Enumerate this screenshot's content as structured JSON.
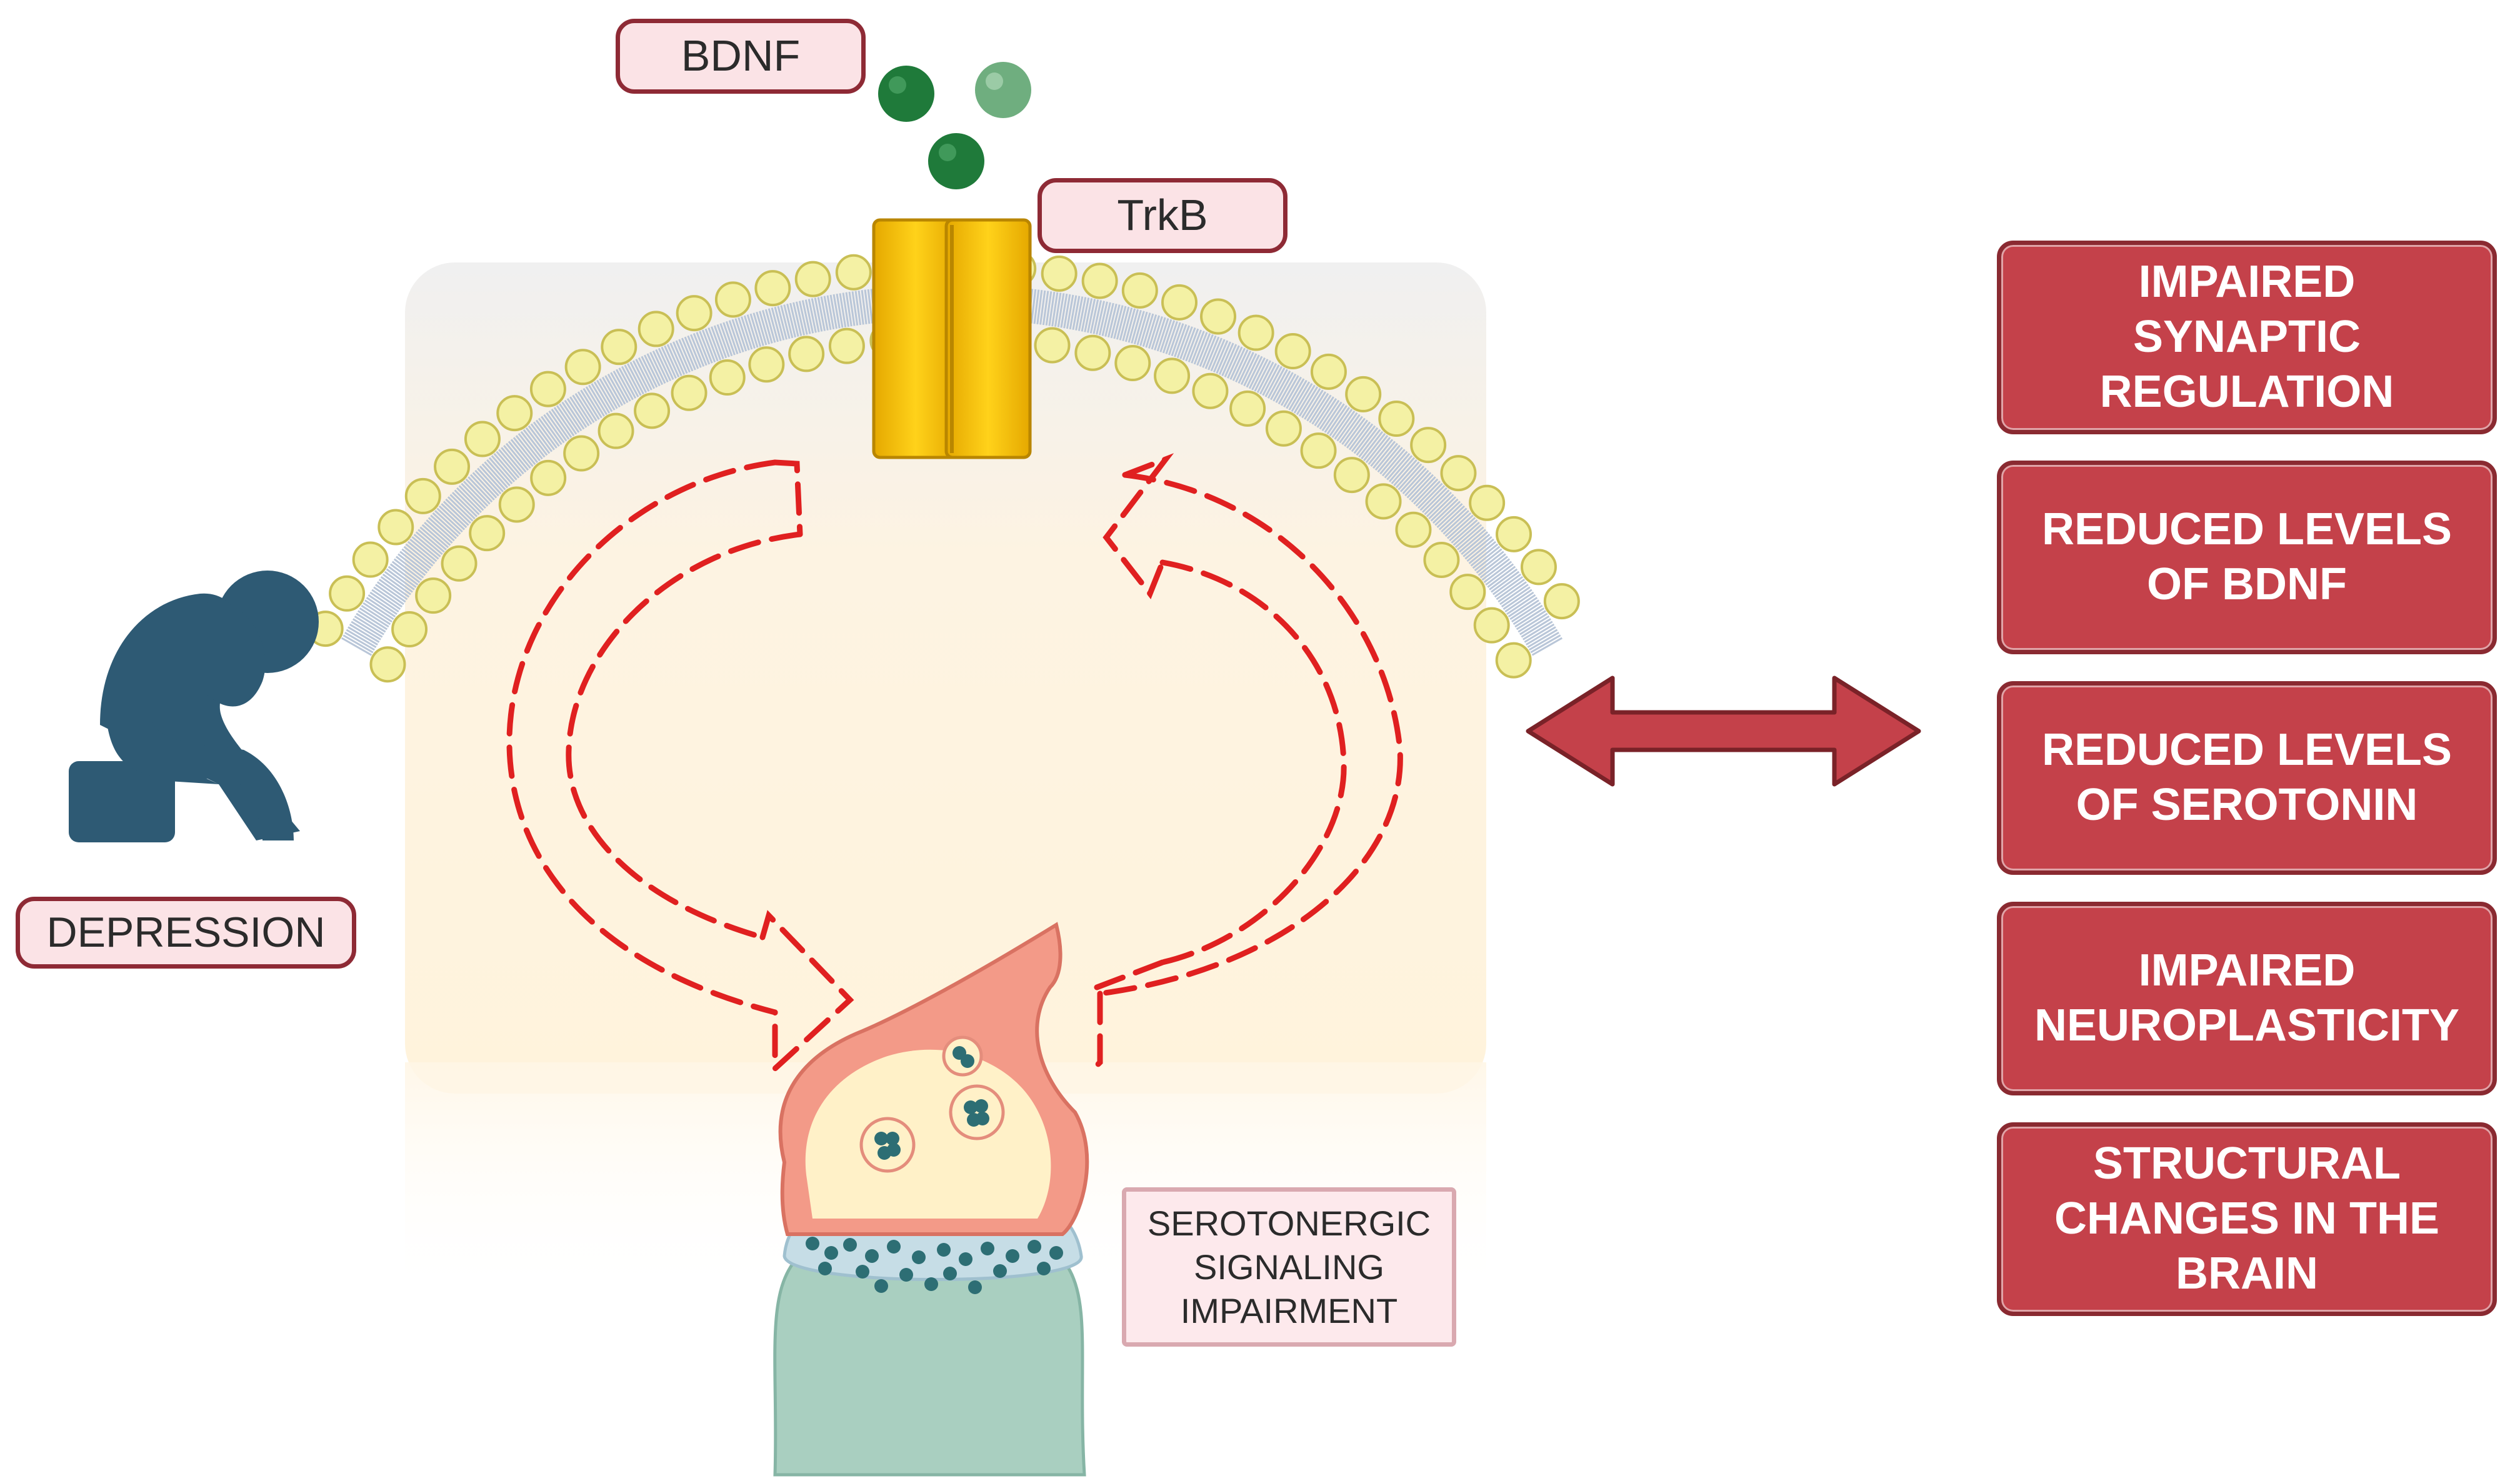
{
  "labels": {
    "bdnf": "BDNF",
    "trkb": "TrkB",
    "depression": "DEPRESSION",
    "serotonergic": "SEROTONERGIC\nSIGNALING\nIMPAIRMENT"
  },
  "effects": [
    "IMPAIRED\nSYNAPTIC\nREGULATION",
    "REDUCED LEVELS\nOF BDNF",
    "REDUCED LEVELS\nOF SEROTONIN",
    "IMPAIRED\nNEUROPLASTICITY",
    "STRUCTURAL\nCHANGES IN THE\nBRAIN"
  ],
  "colors": {
    "effect_fill": "#c4414a",
    "label_border": "#8e2a35",
    "label_fill": "#fbe3e6",
    "receptor": "#f6c400",
    "bdnf_molecule": "#1f7a3a",
    "cycle_arrow": "#e02020",
    "figure": "#2e5a74",
    "lipid_head": "#f4f1a4"
  },
  "icons": {
    "person": "depressed-person-icon",
    "double_arrow": "double-headed-arrow-icon"
  }
}
